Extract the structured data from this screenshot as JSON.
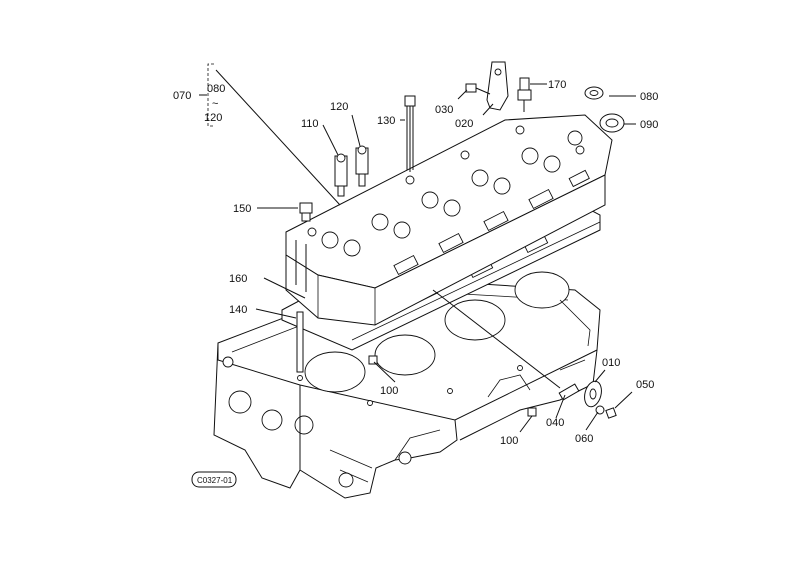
{
  "diagram": {
    "group_labels": {
      "main": "070",
      "top": "080",
      "tilde": "~",
      "bottom": "120"
    },
    "callouts": {
      "c010": "010",
      "c030": "030",
      "c020": "020",
      "c040": "040",
      "c050": "050",
      "c060": "060",
      "c080": "080",
      "c090": "090",
      "c100a": "100",
      "c100b": "100",
      "c110": "110",
      "c120": "120",
      "c130": "130",
      "c140": "140",
      "c150": "150",
      "c160": "160",
      "c170": "170"
    },
    "stamp": "C0327-01"
  }
}
